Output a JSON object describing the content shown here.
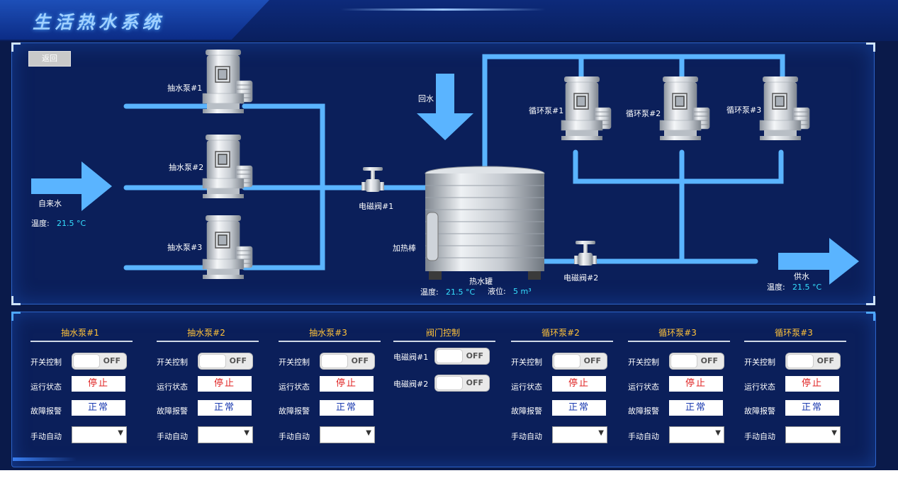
{
  "title": "生活热水系统",
  "back_label": "返回",
  "diagram": {
    "inlet_label": "自来水",
    "inlet_temp_label": "温度:",
    "inlet_temp_value": "21.5 °C",
    "return_label": "回水",
    "pump_labels": [
      "抽水泵#1",
      "抽水泵#2",
      "抽水泵#3"
    ],
    "circ_labels": [
      "循环泵#1",
      "循环泵#2",
      "循环泵#3"
    ],
    "valve1_label": "电磁阀#1",
    "valve2_label": "电磁阀#2",
    "heater_label": "加热棒",
    "tank_label": "热水罐",
    "tank_temp_label": "温度:",
    "tank_temp_value": "21.5 °C",
    "tank_level_label": "液位:",
    "tank_level_value": "5 m³",
    "supply_label": "供水",
    "supply_temp_label": "温度:",
    "supply_temp_value": "21.5 °C"
  },
  "panel": {
    "switch_label": "开关控制",
    "run_label": "运行状态",
    "fault_label": "故障报警",
    "mode_label": "手动自动",
    "off_text": "OFF",
    "stop_text": "停止",
    "normal_text": "正常",
    "columns": [
      {
        "title": "抽水泵#1"
      },
      {
        "title": "抽水泵#2"
      },
      {
        "title": "抽水泵#3"
      },
      {
        "title": "阀门控制",
        "valves": [
          "电磁阀#1",
          "电磁阀#2"
        ]
      },
      {
        "title": "循环泵#2"
      },
      {
        "title": "循环泵#3"
      },
      {
        "title": "循环泵#3"
      }
    ]
  },
  "colors": {
    "background": "#0a1a4a",
    "pipe": "#5ab4ff",
    "arrow": "#5ab4ff",
    "value_cyan": "#35e0ff",
    "title_gold": "#ffc23a",
    "stop_red": "#e02020",
    "normal_blue": "#1a3ab0"
  }
}
